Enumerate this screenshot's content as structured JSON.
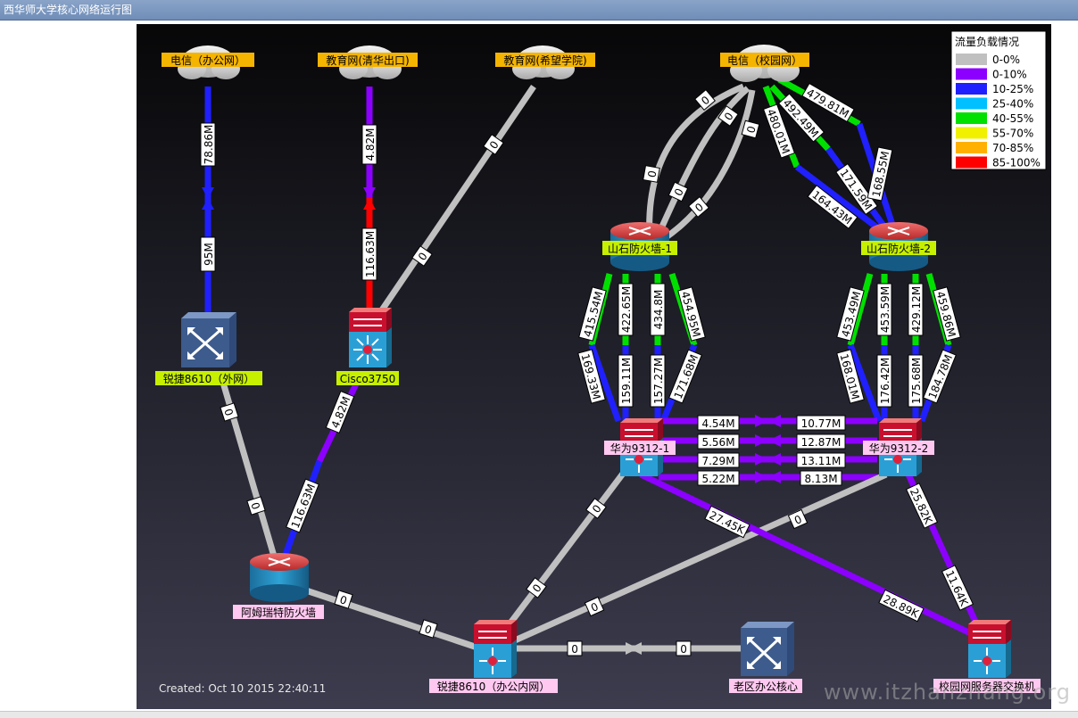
{
  "window": {
    "title": "西华师大学核心网络运行图"
  },
  "map": {
    "created": "Created: Oct 10 2015 22:40:11",
    "legend": {
      "title": "流量负载情况",
      "items": [
        {
          "label": "0-0%",
          "color": "#c0c0c0"
        },
        {
          "label": "0-10%",
          "color": "#8c00ff"
        },
        {
          "label": "10-25%",
          "color": "#2020ff"
        },
        {
          "label": "25-40%",
          "color": "#00c0ff"
        },
        {
          "label": "40-55%",
          "color": "#00e000"
        },
        {
          "label": "55-70%",
          "color": "#f0f000"
        },
        {
          "label": "70-85%",
          "color": "#ffb000"
        },
        {
          "label": "85-100%",
          "color": "#ff0000"
        }
      ]
    },
    "nodes": {
      "dx_office": "电信（办公网）",
      "edu_tsinghua": "教育网(清华出口)",
      "edu_xiwang": "教育网(希望学院)",
      "dx_campus": "电信（校园网）",
      "ruijie_ext": "锐捷8610（外网）",
      "cisco": "Cisco3750",
      "fw1": "山石防火墙-1",
      "fw2": "山石防火墙-2",
      "hw1": "华为9312-1",
      "hw2": "华为9312-2",
      "array_fw": "阿姆瑞特防火墙",
      "ruijie_office": "锐捷8610（办公内网）",
      "old_core": "老区办公核心",
      "server_sw": "校园网服务器交换机"
    },
    "link_labels": {
      "l_dx_office_in": "78.86M",
      "l_dx_office_out": "95M",
      "l_edu_in": "4.82M",
      "l_edu_out": "116.63M",
      "l_xiwang_a": "0",
      "l_xiwang_b": "0",
      "l_campus_fw1_a1": "0",
      "l_campus_fw1_a2": "0",
      "l_campus_fw1_b1": "0",
      "l_campus_fw1_b2": "0",
      "l_campus_fw1_c1": "0",
      "l_campus_fw1_c2": "0",
      "l_campus_fw2_a1": "480.01M",
      "l_campus_fw2_a2": "164.43M",
      "l_campus_fw2_b1": "492.49M",
      "l_campus_fw2_b2": "171.59M",
      "l_campus_fw2_c1": "479.81M",
      "l_campus_fw2_c2": "168.55M",
      "l_fw1_hw1_1a": "415.54M",
      "l_fw1_hw1_1b": "169.33M",
      "l_fw1_hw1_2a": "422.65M",
      "l_fw1_hw1_2b": "159.11M",
      "l_fw1_hw1_3a": "434.8M",
      "l_fw1_hw1_3b": "157.27M",
      "l_fw1_hw1_4a": "454.95M",
      "l_fw1_hw1_4b": "171.68M",
      "l_fw2_hw2_1a": "453.49M",
      "l_fw2_hw2_1b": "168.01M",
      "l_fw2_hw2_2a": "453.59M",
      "l_fw2_hw2_2b": "176.42M",
      "l_fw2_hw2_3a": "429.12M",
      "l_fw2_hw2_3b": "175.68M",
      "l_fw2_hw2_4a": "459.86M",
      "l_fw2_hw2_4b": "184.78M",
      "l_hw_1a": "4.54M",
      "l_hw_1b": "10.77M",
      "l_hw_2a": "5.56M",
      "l_hw_2b": "12.87M",
      "l_hw_3a": "7.29M",
      "l_hw_3b": "13.11M",
      "l_hw_4a": "5.22M",
      "l_hw_4b": "8.13M",
      "l_ruijie_array": "0",
      "l_array_ruijie": "0",
      "l_array_cisco_a": "116.63M",
      "l_array_cisco_b": "4.82M",
      "l_array_office_a": "0",
      "l_array_office_b": "0",
      "l_hw1_office_a": "0",
      "l_hw1_office_b": "0",
      "l_hw2_office_a": "0",
      "l_hw2_office_b": "0",
      "l_office_old_a": "0",
      "l_office_old_b": "0",
      "l_hw1_server_a": "27.45K",
      "l_hw1_server_b": "28.89K",
      "l_hw2_server_a": "25.82K",
      "l_hw2_server_b": "11.64K"
    }
  },
  "watermark": "www.itzhanzhang.org"
}
